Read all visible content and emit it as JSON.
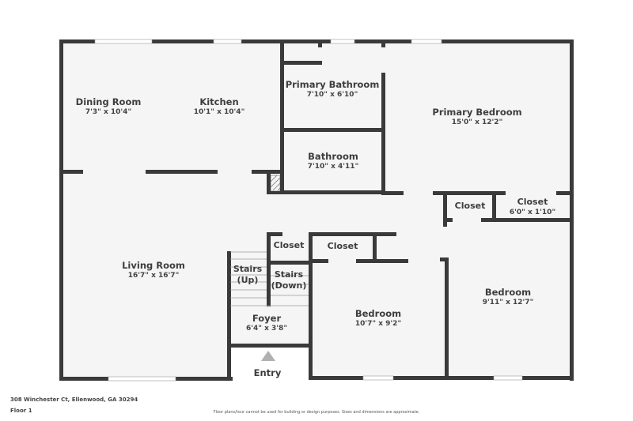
{
  "plan": {
    "footer": {
      "address": "308 Winchester Ct, Ellenwood, GA 30294",
      "floor": "Floor 1",
      "disclaimer": "Floor plans/tour cannot be used for building or design purposes. Sizes and dimensions are approximate."
    },
    "colors": {
      "wall": "#3a3a3a",
      "room": "#f5f5f5",
      "background": "#ffffff",
      "entry_arrow": "#b0b0b0",
      "text": "#3d3d3d"
    },
    "rooms": {
      "dining": {
        "name": "Dining Room",
        "dims": "7'3\" x 10'4\""
      },
      "kitchen": {
        "name": "Kitchen",
        "dims": "10'1\" x 10'4\""
      },
      "pbath": {
        "name": "Primary Bathroom",
        "dims": "7'10\" x 6'10\""
      },
      "bath": {
        "name": "Bathroom",
        "dims": "7'10\" x 4'11\""
      },
      "pbed": {
        "name": "Primary Bedroom",
        "dims": "15'0\" x 12'2\""
      },
      "closet1": {
        "name": "Closet"
      },
      "closet2": {
        "name": "Closet",
        "dims": "6'0\" x 1'10\""
      },
      "living": {
        "name": "Living Room",
        "dims": "16'7\" x 16'7\""
      },
      "closet3": {
        "name": "Closet"
      },
      "closet4": {
        "name": "Closet"
      },
      "stairs_up": {
        "name": "Stairs",
        "sub": "(Up)"
      },
      "stairs_down": {
        "name": "Stairs",
        "sub": "(Down)"
      },
      "foyer": {
        "name": "Foyer",
        "dims": "6'4\" x 3'8\""
      },
      "bed2": {
        "name": "Bedroom",
        "dims": "10'7\" x 9'2\""
      },
      "bed3": {
        "name": "Bedroom",
        "dims": "9'11\" x 12'7\""
      }
    },
    "entry": {
      "label": "Entry"
    }
  }
}
